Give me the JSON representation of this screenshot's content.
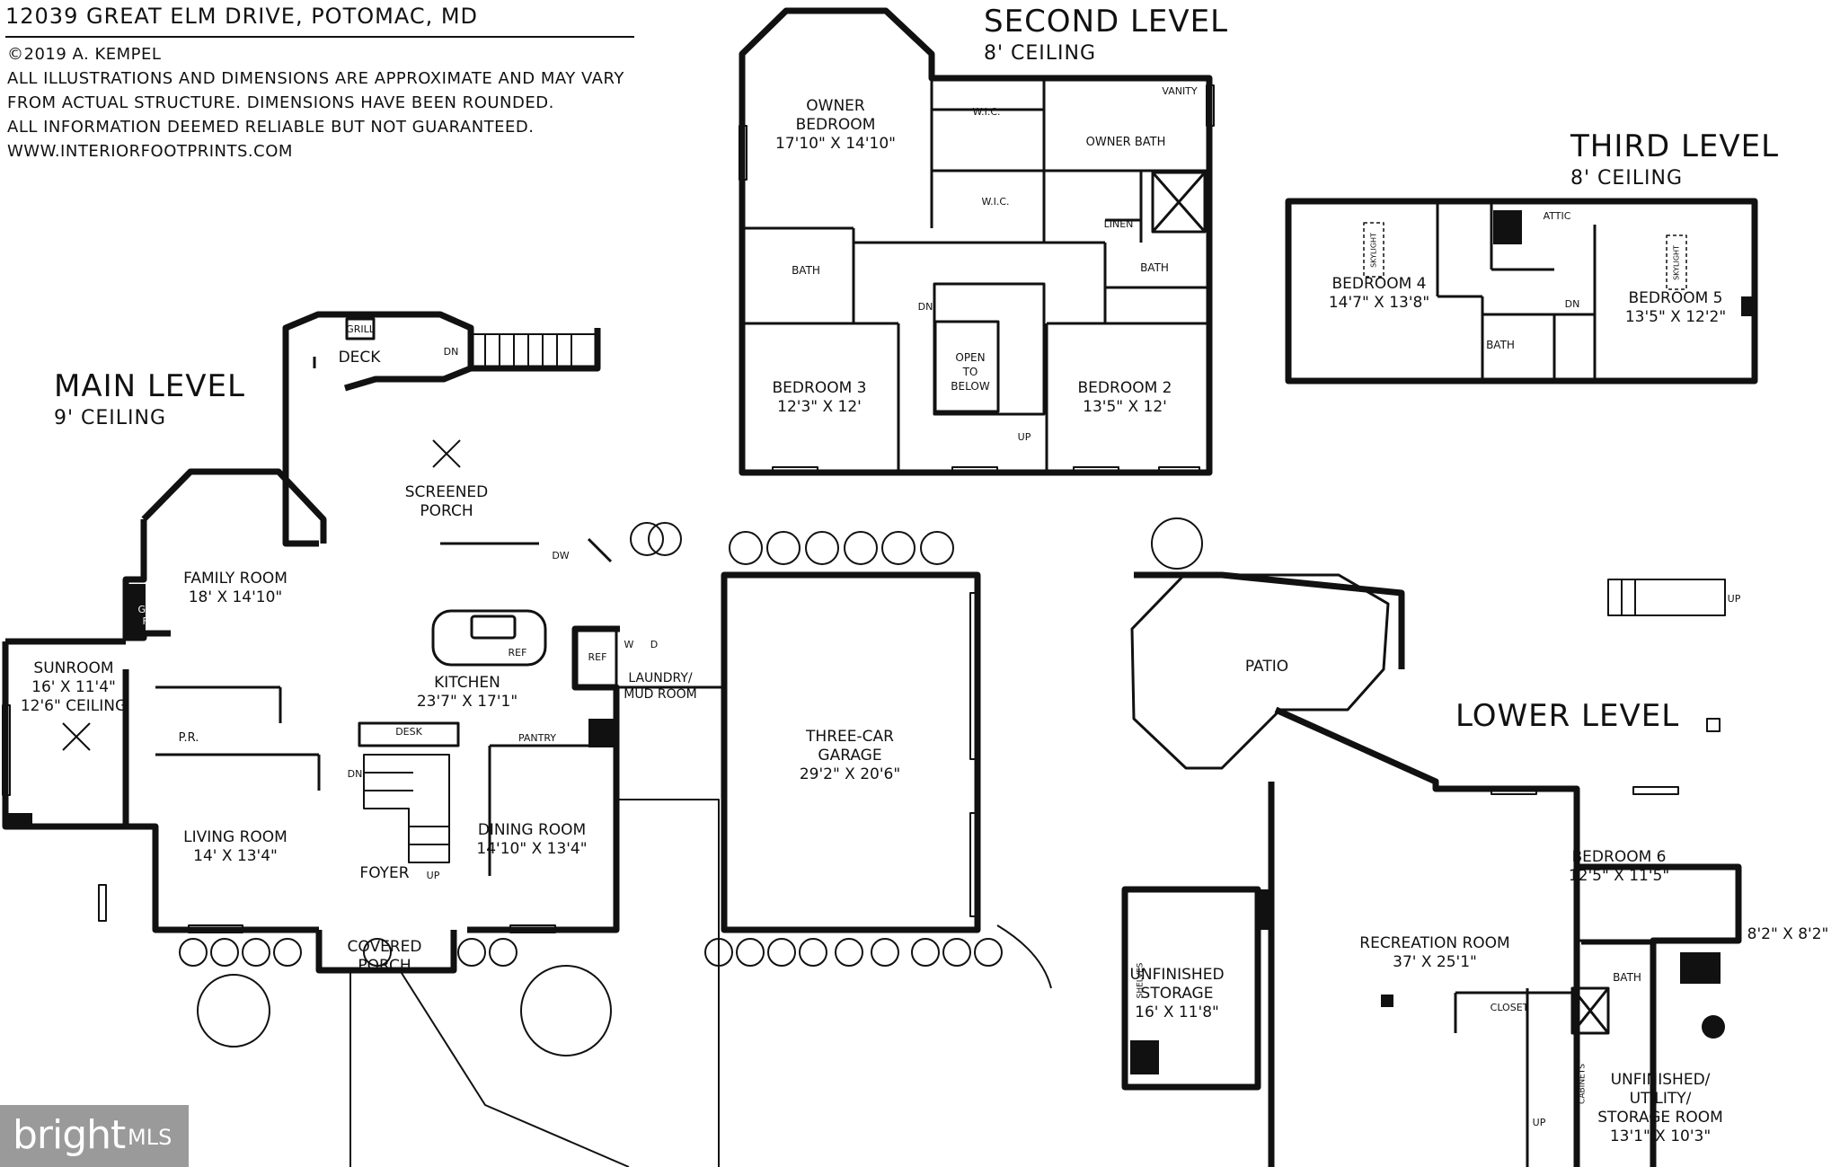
{
  "header": {
    "address": "12039 GREAT ELM DRIVE, POTOMAC, MD",
    "copyright": "©2019 A. KEMPEL",
    "disclaimer_1": "ALL ILLUSTRATIONS AND DIMENSIONS ARE APPROXIMATE AND MAY VARY",
    "disclaimer_2": "FROM ACTUAL STRUCTURE. DIMENSIONS HAVE BEEN ROUNDED.",
    "disclaimer_3": "ALL INFORMATION DEEMED RELIABLE BUT NOT GUARANTEED.",
    "website": "WWW.INTERIORFOOTPRINTS.COM"
  },
  "main_level": {
    "title": "MAIN LEVEL",
    "ceiling": "9' CEILING",
    "deck": "DECK",
    "grill": "GRILL",
    "screened_porch": [
      "SCREENED",
      "PORCH"
    ],
    "family_room": [
      "FAMILY ROOM",
      "18' X 14'10\""
    ],
    "gas_fp": [
      "GAS",
      "FP"
    ],
    "sunroom": [
      "SUNROOM",
      "16' X 11'4\"",
      "12'6\" CEILING"
    ],
    "kitchen": [
      "KITCHEN",
      "23'7\" X 17'1\""
    ],
    "ref": "REF",
    "dw": "DW",
    "pr": "P.R.",
    "laundry": [
      "LAUNDRY/",
      "MUD ROOM"
    ],
    "w": "W",
    "d": "D",
    "pantry": "PANTRY",
    "desk": "DESK",
    "living_room": [
      "LIVING ROOM",
      "14' X 13'4\""
    ],
    "dining_room": [
      "DINING ROOM",
      "14'10\" X 13'4\""
    ],
    "foyer": "FOYER",
    "covered_porch": [
      "COVERED",
      "PORCH"
    ],
    "garage": [
      "THREE-CAR",
      "GARAGE",
      "29'2\" X 20'6\""
    ],
    "dn": "DN",
    "up": "UP"
  },
  "second_level": {
    "title": "SECOND LEVEL",
    "ceiling": "8' CEILING",
    "owner_bedroom": [
      "OWNER",
      "BEDROOM",
      "17'10\" X 14'10\""
    ],
    "wic": "W.I.C.",
    "owner_bath": "OWNER BATH",
    "vanity": "VANITY",
    "linen": "LINEN",
    "bath": "BATH",
    "bedroom_3": [
      "BEDROOM 3",
      "12'3\" X 12'"
    ],
    "bedroom_2": [
      "BEDROOM 2",
      "13'5\" X 12'"
    ],
    "open_to_below": [
      "OPEN",
      "TO",
      "BELOW"
    ],
    "dn": "DN",
    "up": "UP"
  },
  "third_level": {
    "title": "THIRD LEVEL",
    "ceiling": "8' CEILING",
    "bedroom_4": [
      "BEDROOM 4",
      "14'7\" X 13'8\""
    ],
    "bedroom_5": [
      "BEDROOM 5",
      "13'5\" X 12'2\""
    ],
    "attic": "ATTIC",
    "bath": "BATH",
    "skylight": "SKYLIGHT",
    "dn": "DN"
  },
  "lower_level": {
    "title": "LOWER LEVEL",
    "patio": "PATIO",
    "bedroom_6": [
      "BEDROOM 6",
      "12'5\" X 11'5\""
    ],
    "extra_room": "8'2\" X 8'2\"",
    "recreation_room": [
      "RECREATION ROOM",
      "37' X 25'1\""
    ],
    "unfinished_storage": [
      "UNFINISHED",
      "STORAGE",
      "16' X 11'8\""
    ],
    "shelves": "SHELVES",
    "closet": "CLOSET",
    "bath": "BATH",
    "cabinets": "CABINETS",
    "utility": [
      "UNFINISHED/",
      "UTILITY/",
      "STORAGE ROOM",
      "13'1\" X 10'3\""
    ],
    "up": "UP"
  },
  "watermark": {
    "brand": "bright",
    "suffix": "MLS"
  }
}
